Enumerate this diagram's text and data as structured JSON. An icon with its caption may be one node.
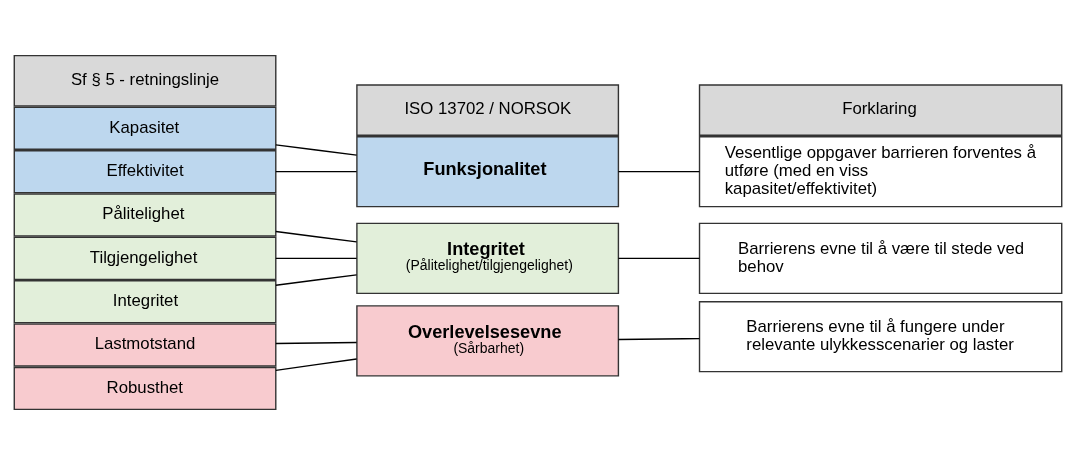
{
  "diagram": {
    "nodes": [
      {
        "text": [
          "Sf § 5 - retningslinje"
        ]
      },
      {
        "text": [
          "ISO 13702 / NORSOK"
        ]
      },
      {
        "text": [
          "Forklaring"
        ]
      },
      {
        "text": [
          "Kapasitet"
        ]
      },
      {
        "text": [
          "Effektivitet"
        ]
      },
      {
        "text": [
          "Pålitelighet"
        ]
      },
      {
        "text": [
          "Tilgjengelighet"
        ]
      },
      {
        "text": [
          "Integritet"
        ]
      },
      {
        "text": [
          "Lastmotstand"
        ]
      },
      {
        "text": [
          "Robusthet"
        ]
      },
      {
        "text": [
          "Funksjonalitet"
        ]
      },
      {
        "text": [
          "Integritet",
          "(Pålitelighet/tilgjengelighet)"
        ]
      },
      {
        "text": [
          "Overlevelsesevne",
          "(Sårbarhet)"
        ]
      },
      {
        "text": [
          "Vesentlige oppgaver barrieren forventes å utføre (med en viss kapasitet/effektivitet)"
        ]
      },
      {
        "text": [
          "Barrierens evne til å være til stede ved behov"
        ]
      },
      {
        "text": [
          "Barrierens evne til å fungere under relevante ulykkesscenarier og laster"
        ]
      }
    ],
    "edges": [
      {
        "from": 3,
        "to": 10,
        "arrow": "none"
      },
      {
        "from": 4,
        "to": 10,
        "arrow": "none"
      },
      {
        "from": 5,
        "to": 11,
        "arrow": "none"
      },
      {
        "from": 6,
        "to": 11,
        "arrow": "none"
      },
      {
        "from": 7,
        "to": 11,
        "arrow": "none"
      },
      {
        "from": 8,
        "to": 12,
        "arrow": "none"
      },
      {
        "from": 9,
        "to": 12,
        "arrow": "none"
      },
      {
        "from": 10,
        "to": 13,
        "arrow": "none"
      },
      {
        "from": 11,
        "to": 14,
        "arrow": "none"
      },
      {
        "from": 12,
        "to": 15,
        "arrow": "none"
      }
    ]
  }
}
